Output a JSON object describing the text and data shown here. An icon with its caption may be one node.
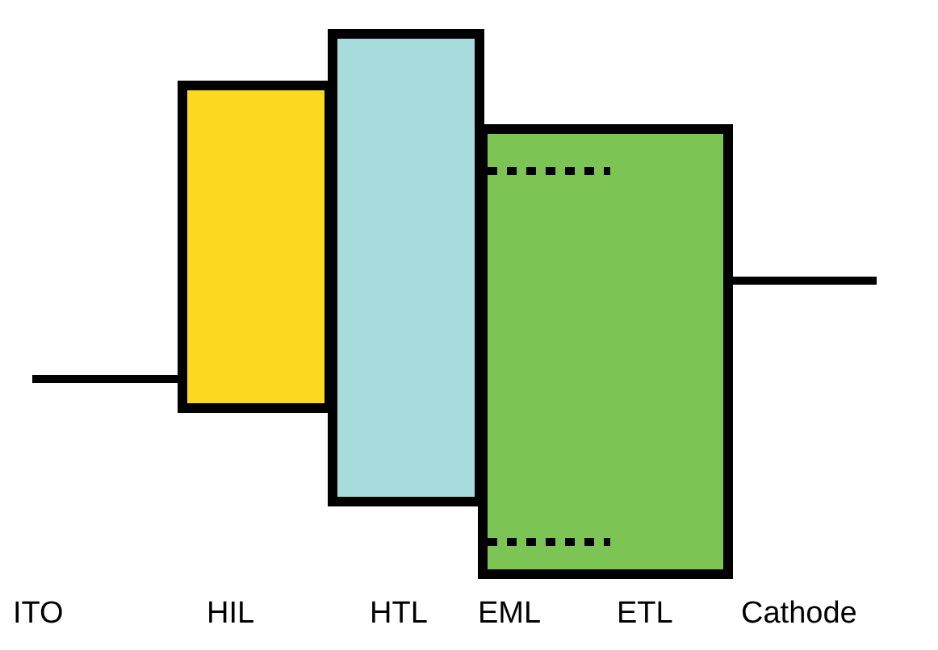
{
  "diagram": {
    "nodes": [
      {
        "text": [],
        "shape": "box"
      },
      {
        "text": [],
        "shape": "box"
      },
      {
        "text": [],
        "shape": "box"
      }
    ],
    "labels": [
      "ITO",
      "HIL",
      "HTL",
      "EML",
      "ETL",
      "Cathode"
    ]
  }
}
